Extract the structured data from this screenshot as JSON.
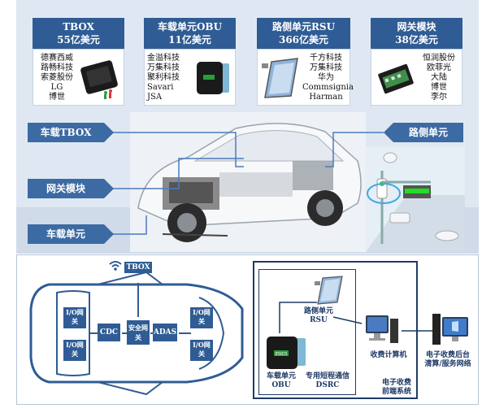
{
  "cards": [
    {
      "title": "TBOX",
      "value": "55亿美元",
      "companies": [
        "德赛西威",
        "路畅科技",
        "索菱股份",
        "LG",
        "博世"
      ]
    },
    {
      "title": "车载单元OBU",
      "value": "11亿美元",
      "companies": [
        "金溢科技",
        "万集科技",
        "聚利科技",
        "Savari",
        "JSA"
      ]
    },
    {
      "title": "路侧单元RSU",
      "value": "366亿美元",
      "companies": [
        "千方科技",
        "万集科技",
        "华为",
        "Commsignia",
        "Harman"
      ]
    },
    {
      "title": "网关模块",
      "value": "38亿美元",
      "companies": [
        "恒润股份",
        "欧菲光",
        "大陆",
        "博世",
        "李尔"
      ]
    }
  ],
  "side_labels": {
    "tbox": "车载TBOX",
    "gateway": "网关模块",
    "vehicle_unit": "车载单元",
    "roadside": "路侧单元"
  },
  "diagram": {
    "tbox": "TBOX",
    "cdc": "CDC",
    "secure_gateway": "安全网关",
    "adas": "ADAS",
    "io_gateway": "I/O网关",
    "rsu_label": "路侧单元RSU",
    "obu_label": "车载单元OBU",
    "dsrc_label": "专用短程通信DSRC",
    "toll_computer": "收费计算机",
    "frontend_system": "电子收费前端系统",
    "backend": "电子收费后台清算/服务网络",
    "device_text": "ESICS"
  },
  "colors": {
    "accent": "#2f5c94",
    "label": "#3c6aa3",
    "outline": "#1f3a66"
  }
}
